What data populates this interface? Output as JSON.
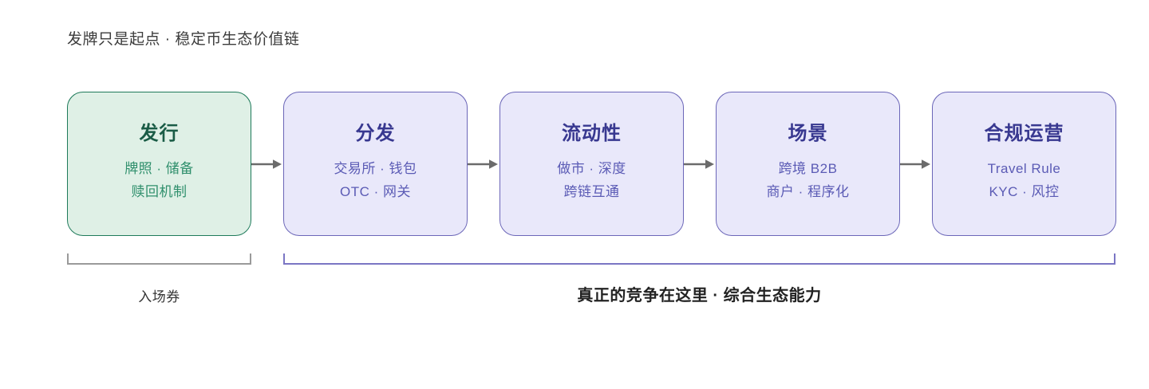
{
  "page": {
    "title": "发牌只是起点 · 稳定币生态价值链",
    "background_color": "#ffffff"
  },
  "colors": {
    "green_border": "#1e7a5a",
    "green_fill": "#dff0e6",
    "green_title": "#1a5c46",
    "green_sub": "#2f8f6c",
    "purple_border": "#6b66b8",
    "purple_fill": "#e9e8fa",
    "purple_title": "#383890",
    "purple_sub": "#5b5bb5",
    "arrow": "#6b6b6b",
    "bracket_gray": "#9a9a9a",
    "bracket_purple": "#7b76c4",
    "title_text": "#3b3b3b"
  },
  "stages": [
    {
      "id": "issuance",
      "title": "发行",
      "lines": [
        "牌照 · 储备",
        "赎回机制"
      ],
      "variant": "green"
    },
    {
      "id": "distribution",
      "title": "分发",
      "lines": [
        "交易所 · 钱包",
        "OTC · 网关"
      ],
      "variant": "purple"
    },
    {
      "id": "liquidity",
      "title": "流动性",
      "lines": [
        "做市 · 深度",
        "跨链互通"
      ],
      "variant": "purple"
    },
    {
      "id": "scenarios",
      "title": "场景",
      "lines": [
        "跨境 B2B",
        "商户 · 程序化"
      ],
      "variant": "purple"
    },
    {
      "id": "compliance",
      "title": "合规运营",
      "lines": [
        "Travel Rule",
        "KYC · 风控"
      ],
      "variant": "purple"
    }
  ],
  "connectors": [
    {
      "id": "arrow-1",
      "icon": "arrow-right-icon"
    },
    {
      "id": "arrow-2",
      "icon": "arrow-right-icon"
    },
    {
      "id": "arrow-3",
      "icon": "arrow-right-icon"
    },
    {
      "id": "arrow-4",
      "icon": "arrow-right-icon"
    }
  ],
  "brackets": {
    "entry": {
      "label": "入场券",
      "covers": [
        "issuance"
      ]
    },
    "compete": {
      "label": "真正的竞争在这里 · 综合生态能力",
      "covers": [
        "distribution",
        "liquidity",
        "scenarios",
        "compliance"
      ]
    }
  }
}
